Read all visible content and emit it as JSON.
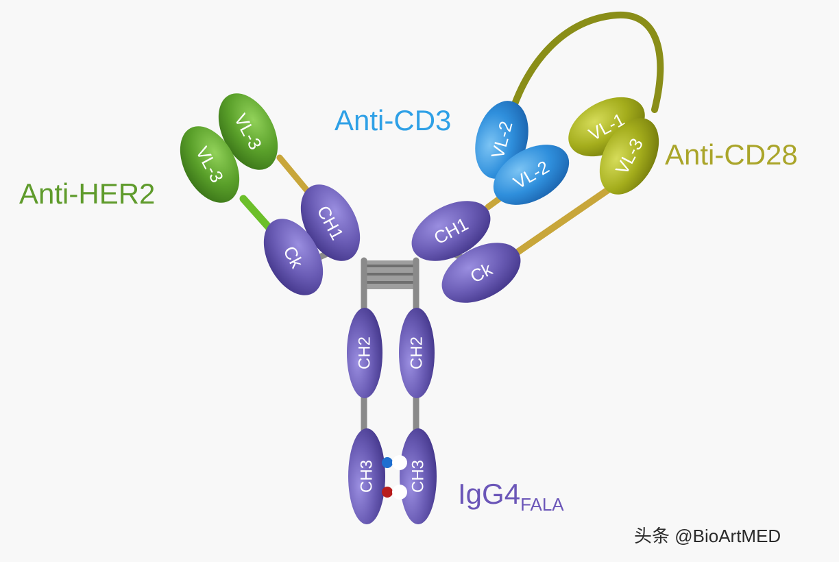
{
  "colors": {
    "background": "#f8f8f8",
    "purple_domain": "#6a5cb5",
    "green_domain": "#5aa02a",
    "blue_domain": "#2f8fdc",
    "olive_domain": "#a4ad1c",
    "olive_loop": "#8a8e18",
    "linker": "#c8a63a",
    "anti_her2_text": "#5f9b2c",
    "anti_cd3_text": "#2ea0e6",
    "anti_cd28_text": "#aaa52a",
    "igg4_text": "#6b56b8"
  },
  "labels": {
    "anti_her2": "Anti-HER2",
    "anti_cd3": "Anti-CD3",
    "anti_cd28": "Anti-CD28",
    "igg4": "IgG4",
    "igg4_sub": "FALA"
  },
  "domains": {
    "vl3_upper": "VL-3",
    "vl3_lower": "VL-3",
    "ch1_left": "CH1",
    "ck_left": "Ck",
    "vl2_upper": "VL-2",
    "vl2_lower": "VL-2",
    "vl1": "VL-1",
    "vl3_right": "VL-3",
    "ch1_right": "CH1",
    "ck_right": "Ck",
    "ch2_left": "CH2",
    "ch2_right": "CH2",
    "ch3_left": "CH3",
    "ch3_right": "CH3"
  },
  "watermark": "头条 @BioArtMED"
}
